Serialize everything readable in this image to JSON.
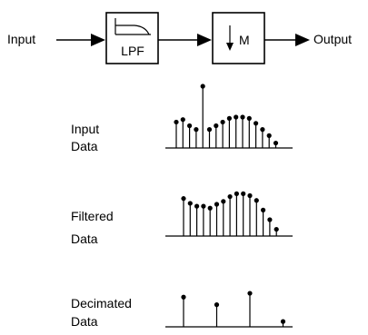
{
  "block_diagram": {
    "input_label": "Input",
    "output_label": "Output",
    "filter_block_label": "LPF",
    "decimator_block_label": "M"
  },
  "stem_plots": [
    {
      "id": "input",
      "label_line1": "Input",
      "label_line2": "Data",
      "samples": [
        0.42,
        0.46,
        0.36,
        0.3,
        1.0,
        0.3,
        0.36,
        0.42,
        0.48,
        0.5,
        0.5,
        0.48,
        0.4,
        0.3,
        0.2,
        0.08
      ]
    },
    {
      "id": "filtered",
      "label_line1": "Filtered",
      "label_line2": "Data",
      "samples": [
        0.78,
        0.68,
        0.62,
        0.62,
        0.58,
        0.66,
        0.72,
        0.82,
        0.88,
        0.88,
        0.84,
        0.74,
        0.54,
        0.34,
        0.14
      ]
    },
    {
      "id": "decimated",
      "label_line1": "Decimated",
      "label_line2": "Data",
      "samples": [
        0.78,
        0.58,
        0.88,
        0.14
      ]
    }
  ]
}
